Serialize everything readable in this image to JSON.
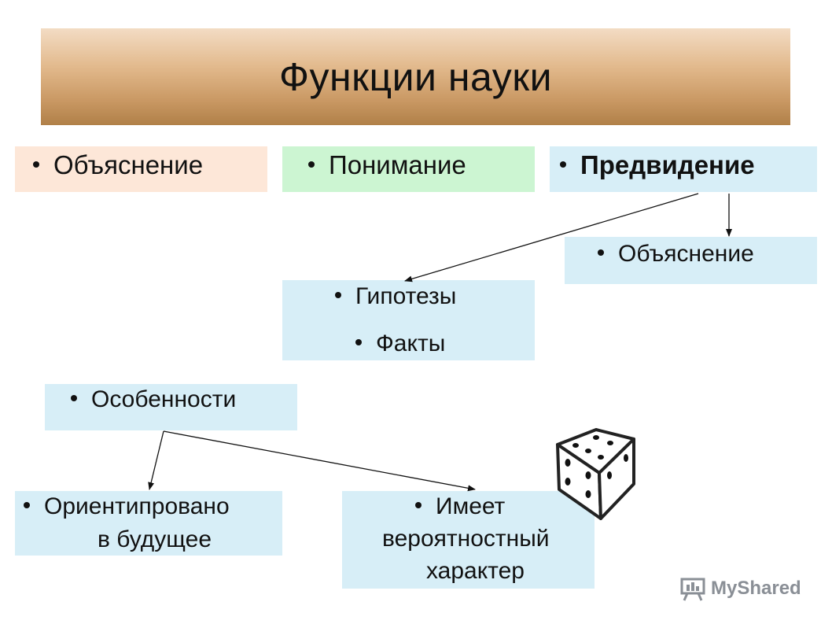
{
  "title": "Функции науки",
  "functions": [
    {
      "label": "Объяснение",
      "color": "#fde7d8"
    },
    {
      "label": "Понимание",
      "color": "#ccf5d2"
    },
    {
      "label": "Предвидение",
      "color": "#d7eef7"
    }
  ],
  "prediction_children": {
    "explanation": "Объяснение",
    "hypotheses": "Гипотезы",
    "facts": "Факты"
  },
  "features": {
    "label": "Особенности",
    "future": [
      "Ориентипровано",
      "в будущее"
    ],
    "probabilistic": [
      "Имеет",
      "вероятностный",
      "характер"
    ]
  },
  "dice_icon": "dice-icon",
  "box_color": "#d7eef7",
  "watermark": "MyShared"
}
